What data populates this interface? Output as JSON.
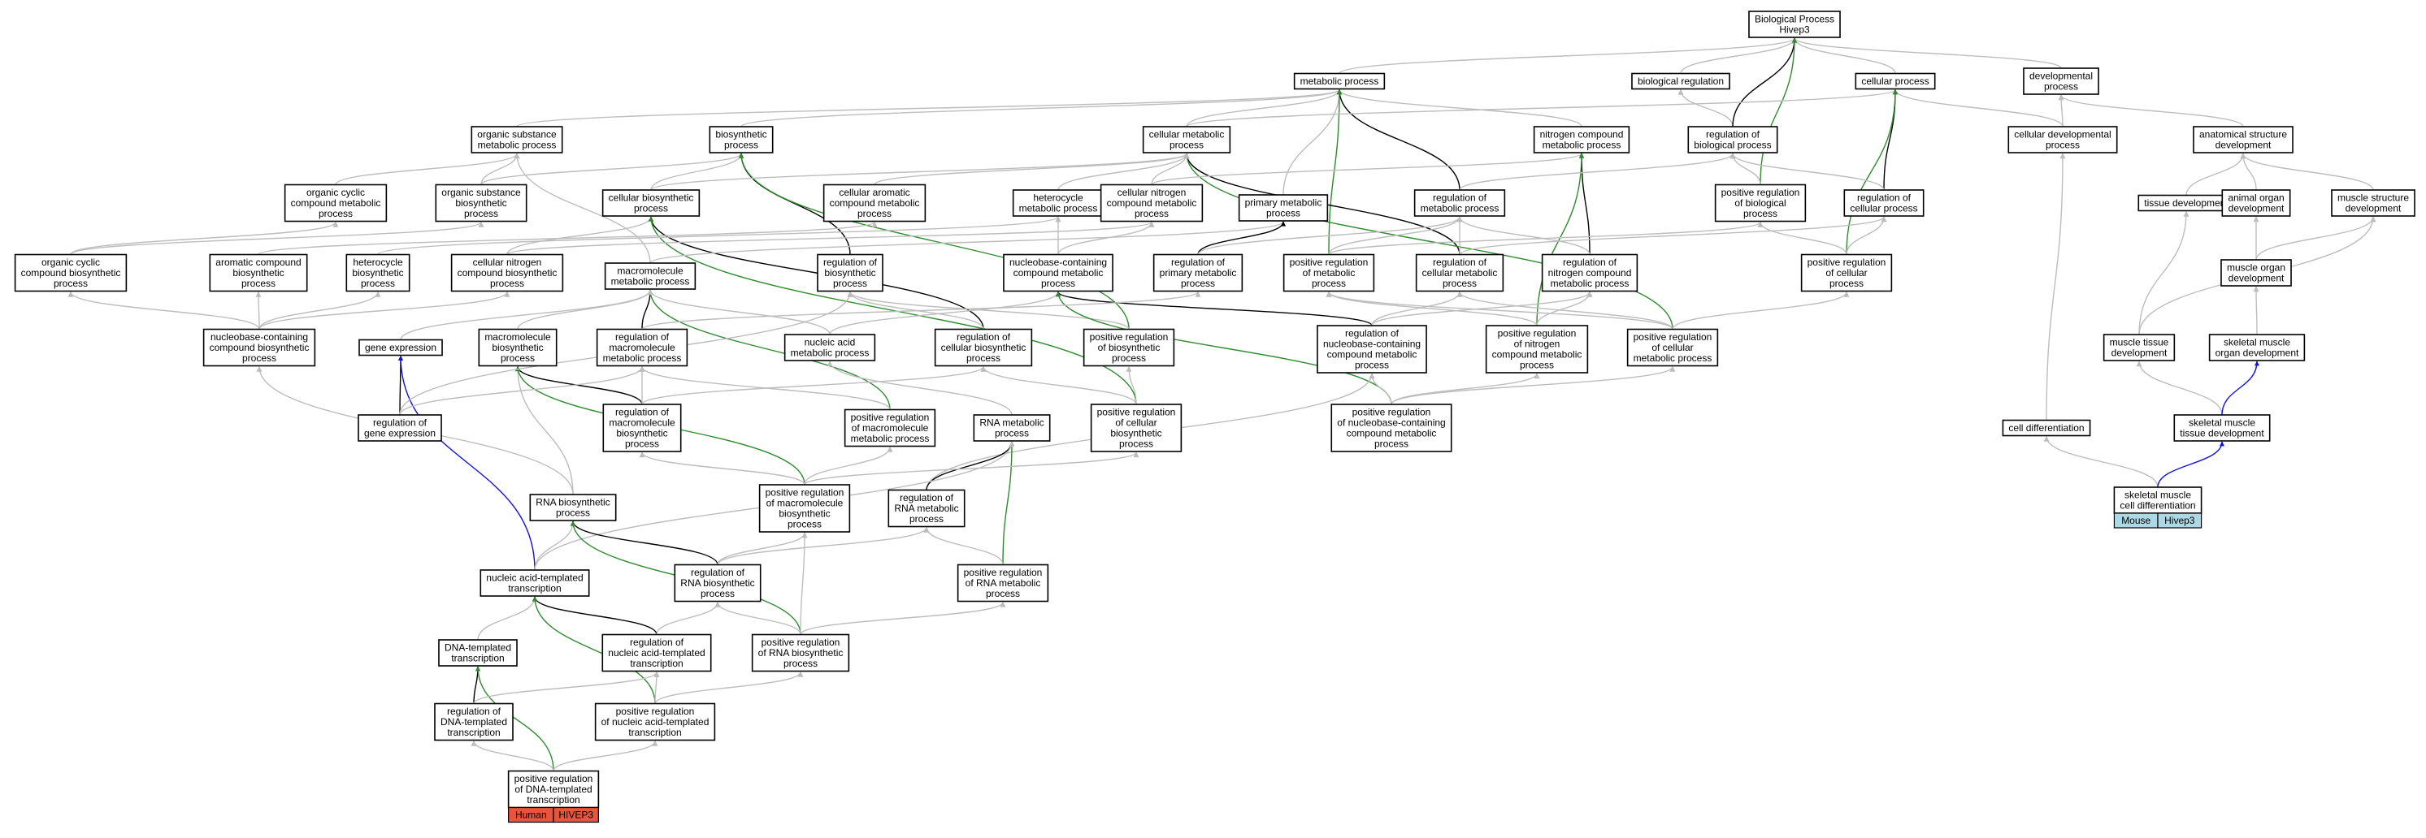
{
  "colors": {
    "gray_edge": "#bdbdbd",
    "black_edge": "#000000",
    "green_edge": "#2e8b2e",
    "blue_edge": "#1010e0",
    "human_fill": "#e8553e",
    "mouse_fill": "#add8e6"
  },
  "nodes": [
    {
      "id": "bp",
      "lines": [
        "Biological Process",
        "Hivep3"
      ]
    },
    {
      "id": "mp",
      "lines": [
        "metabolic process"
      ]
    },
    {
      "id": "breg",
      "lines": [
        "biological regulation"
      ]
    },
    {
      "id": "cp",
      "lines": [
        "cellular process"
      ]
    },
    {
      "id": "dev",
      "lines": [
        "developmental",
        "process"
      ]
    },
    {
      "id": "osmp",
      "lines": [
        "organic substance",
        "metabolic process"
      ]
    },
    {
      "id": "bio",
      "lines": [
        "biosynthetic",
        "process"
      ]
    },
    {
      "id": "cmp",
      "lines": [
        "cellular metabolic",
        "process"
      ]
    },
    {
      "id": "ncmp",
      "lines": [
        "nitrogen compound",
        "metabolic process"
      ]
    },
    {
      "id": "rbp",
      "lines": [
        "regulation of",
        "biological process"
      ]
    },
    {
      "id": "cdp",
      "lines": [
        "cellular developmental",
        "process"
      ]
    },
    {
      "id": "asd",
      "lines": [
        "anatomical structure",
        "development"
      ]
    },
    {
      "id": "occmp",
      "lines": [
        "organic cyclic",
        "compound metabolic",
        "process"
      ]
    },
    {
      "id": "osbp",
      "lines": [
        "organic substance",
        "biosynthetic",
        "process"
      ]
    },
    {
      "id": "cbp",
      "lines": [
        "cellular biosynthetic",
        "process"
      ]
    },
    {
      "id": "cacmp",
      "lines": [
        "cellular aromatic",
        "compound metabolic",
        "process"
      ]
    },
    {
      "id": "hmp",
      "lines": [
        "heterocycle",
        "metabolic process"
      ]
    },
    {
      "id": "cncmp",
      "lines": [
        "cellular nitrogen",
        "compound metabolic",
        "process"
      ]
    },
    {
      "id": "pmp",
      "lines": [
        "primary metabolic",
        "process"
      ]
    },
    {
      "id": "rmp",
      "lines": [
        "regulation of",
        "metabolic process"
      ]
    },
    {
      "id": "prbp",
      "lines": [
        "positive regulation",
        "of biological",
        "process"
      ]
    },
    {
      "id": "rcp",
      "lines": [
        "regulation of",
        "cellular process"
      ]
    },
    {
      "id": "td",
      "lines": [
        "tissue development"
      ]
    },
    {
      "id": "aod",
      "lines": [
        "animal organ",
        "development"
      ]
    },
    {
      "id": "msd",
      "lines": [
        "muscle structure",
        "development"
      ]
    },
    {
      "id": "occbp",
      "lines": [
        "organic cyclic",
        "compound biosynthetic",
        "process"
      ]
    },
    {
      "id": "acbp",
      "lines": [
        "aromatic compound",
        "biosynthetic",
        "process"
      ]
    },
    {
      "id": "hbp",
      "lines": [
        "heterocycle",
        "biosynthetic",
        "process"
      ]
    },
    {
      "id": "cncbp",
      "lines": [
        "cellular nitrogen",
        "compound biosynthetic",
        "process"
      ]
    },
    {
      "id": "macmp",
      "lines": [
        "macromolecule",
        "metabolic process"
      ]
    },
    {
      "id": "rbsp",
      "lines": [
        "regulation of",
        "biosynthetic",
        "process"
      ]
    },
    {
      "id": "nbcmp",
      "lines": [
        "nucleobase-containing",
        "compound metabolic",
        "process"
      ]
    },
    {
      "id": "rpmp",
      "lines": [
        "regulation of",
        "primary metabolic",
        "process"
      ]
    },
    {
      "id": "prmp",
      "lines": [
        "positive regulation",
        "of metabolic",
        "process"
      ]
    },
    {
      "id": "rcmp",
      "lines": [
        "regulation of",
        "cellular metabolic",
        "process"
      ]
    },
    {
      "id": "rncmp",
      "lines": [
        "regulation of",
        "nitrogen compound",
        "metabolic process"
      ]
    },
    {
      "id": "prcp",
      "lines": [
        "positive regulation",
        "of cellular",
        "process"
      ]
    },
    {
      "id": "mod",
      "lines": [
        "muscle organ",
        "development"
      ]
    },
    {
      "id": "nbcbp",
      "lines": [
        "nucleobase-containing",
        "compound biosynthetic",
        "process"
      ]
    },
    {
      "id": "ge",
      "lines": [
        "gene expression"
      ]
    },
    {
      "id": "mbp",
      "lines": [
        "macromolecule",
        "biosynthetic",
        "process"
      ]
    },
    {
      "id": "rmmp",
      "lines": [
        "regulation of",
        "macromolecule",
        "metabolic process"
      ]
    },
    {
      "id": "namp",
      "lines": [
        "nucleic acid",
        "metabolic process"
      ]
    },
    {
      "id": "rcbp",
      "lines": [
        "regulation of",
        "cellular biosynthetic",
        "process"
      ]
    },
    {
      "id": "prbsp",
      "lines": [
        "positive regulation",
        "of biosynthetic",
        "process"
      ]
    },
    {
      "id": "rnbcmp",
      "lines": [
        "regulation of",
        "nucleobase-containing",
        "compound metabolic",
        "process"
      ]
    },
    {
      "id": "prncmp",
      "lines": [
        "positive regulation",
        "of nitrogen",
        "compound metabolic",
        "process"
      ]
    },
    {
      "id": "prcmp",
      "lines": [
        "positive regulation",
        "of cellular",
        "metabolic process"
      ]
    },
    {
      "id": "mtd",
      "lines": [
        "muscle tissue",
        "development"
      ]
    },
    {
      "id": "skmod",
      "lines": [
        "skeletal muscle",
        "organ development"
      ]
    },
    {
      "id": "rge",
      "lines": [
        "regulation of",
        "gene expression"
      ]
    },
    {
      "id": "rmbp",
      "lines": [
        "regulation of",
        "macromolecule",
        "biosynthetic",
        "process"
      ]
    },
    {
      "id": "prmmp",
      "lines": [
        "positive regulation",
        "of macromolecule",
        "metabolic process"
      ]
    },
    {
      "id": "rnamp",
      "lines": [
        "RNA metabolic",
        "process"
      ]
    },
    {
      "id": "prcbp",
      "lines": [
        "positive regulation",
        "of cellular",
        "biosynthetic",
        "process"
      ]
    },
    {
      "id": "prnbcmp",
      "lines": [
        "positive regulation",
        "of nucleobase-containing",
        "compound metabolic",
        "process"
      ]
    },
    {
      "id": "cd",
      "lines": [
        "cell differentiation"
      ]
    },
    {
      "id": "skmtd",
      "lines": [
        "skeletal muscle",
        "tissue development"
      ]
    },
    {
      "id": "skmcd",
      "lines": [
        "skeletal muscle",
        "cell differentiation"
      ]
    },
    {
      "id": "rnabp",
      "lines": [
        "RNA biosynthetic",
        "process"
      ]
    },
    {
      "id": "prmbp",
      "lines": [
        "positive regulation",
        "of macromolecule",
        "biosynthetic",
        "process"
      ]
    },
    {
      "id": "rrnamp",
      "lines": [
        "regulation of",
        "RNA metabolic",
        "process"
      ]
    },
    {
      "id": "natt",
      "lines": [
        "nucleic acid-templated",
        "transcription"
      ]
    },
    {
      "id": "rrnabp",
      "lines": [
        "regulation of",
        "RNA biosynthetic",
        "process"
      ]
    },
    {
      "id": "prrnamp",
      "lines": [
        "positive regulation",
        "of RNA metabolic",
        "process"
      ]
    },
    {
      "id": "dtt",
      "lines": [
        "DNA-templated",
        "transcription"
      ]
    },
    {
      "id": "rnatt",
      "lines": [
        "regulation of",
        "nucleic acid-templated",
        "transcription"
      ]
    },
    {
      "id": "prrnabp",
      "lines": [
        "positive regulation",
        "of RNA biosynthetic",
        "process"
      ]
    },
    {
      "id": "rdtt",
      "lines": [
        "regulation of",
        "DNA-templated",
        "transcription"
      ]
    },
    {
      "id": "prnatt",
      "lines": [
        "positive regulation",
        "of nucleic acid-templated",
        "transcription"
      ]
    },
    {
      "id": "prdtt",
      "lines": [
        "positive regulation",
        "of DNA-templated",
        "transcription"
      ]
    }
  ],
  "species_tags": [
    {
      "id": "human",
      "node": "prdtt",
      "species": "Human",
      "gene": "HIVEP3"
    },
    {
      "id": "mouse",
      "node": "skmcd",
      "species": "Mouse",
      "gene": "Hivep3"
    }
  ],
  "edges": [
    {
      "from": "mp",
      "to": "bp",
      "kind": "gray"
    },
    {
      "from": "breg",
      "to": "bp",
      "kind": "gray"
    },
    {
      "from": "cp",
      "to": "bp",
      "kind": "gray"
    },
    {
      "from": "dev",
      "to": "bp",
      "kind": "gray"
    },
    {
      "from": "osmp",
      "to": "mp",
      "kind": "gray"
    },
    {
      "from": "bio",
      "to": "mp",
      "kind": "gray"
    },
    {
      "from": "cmp",
      "to": "mp",
      "kind": "gray"
    },
    {
      "from": "ncmp",
      "to": "mp",
      "kind": "gray"
    },
    {
      "from": "pmp",
      "to": "mp",
      "kind": "gray"
    },
    {
      "from": "rmp",
      "to": "mp",
      "kind": "black"
    },
    {
      "from": "prmp",
      "to": "mp",
      "kind": "green"
    },
    {
      "from": "rbp",
      "to": "breg",
      "kind": "gray"
    },
    {
      "from": "rbp",
      "to": "bp",
      "kind": "black"
    },
    {
      "from": "prbp",
      "to": "bp",
      "kind": "green"
    },
    {
      "from": "cmp",
      "to": "cp",
      "kind": "gray"
    },
    {
      "from": "cdp",
      "to": "cp",
      "kind": "gray"
    },
    {
      "from": "rcp",
      "to": "cp",
      "kind": "black"
    },
    {
      "from": "prcp",
      "to": "cp",
      "kind": "green"
    },
    {
      "from": "cdp",
      "to": "dev",
      "kind": "gray"
    },
    {
      "from": "asd",
      "to": "dev",
      "kind": "gray"
    },
    {
      "from": "occmp",
      "to": "osmp",
      "kind": "gray"
    },
    {
      "from": "osbp",
      "to": "osmp",
      "kind": "gray"
    },
    {
      "from": "macmp",
      "to": "osmp",
      "kind": "gray"
    },
    {
      "from": "osbp",
      "to": "bio",
      "kind": "gray"
    },
    {
      "from": "cbp",
      "to": "bio",
      "kind": "gray"
    },
    {
      "from": "rbsp",
      "to": "bio",
      "kind": "black"
    },
    {
      "from": "prbsp",
      "to": "bio",
      "kind": "green"
    },
    {
      "from": "cacmp",
      "to": "cmp",
      "kind": "gray"
    },
    {
      "from": "hmp",
      "to": "cmp",
      "kind": "gray"
    },
    {
      "from": "cncmp",
      "to": "cmp",
      "kind": "gray"
    },
    {
      "from": "rcmp",
      "to": "cmp",
      "kind": "black"
    },
    {
      "from": "prcmp",
      "to": "cmp",
      "kind": "green"
    },
    {
      "from": "cbp",
      "to": "cmp",
      "kind": "gray"
    },
    {
      "from": "cncmp",
      "to": "ncmp",
      "kind": "gray"
    },
    {
      "from": "rncmp",
      "to": "ncmp",
      "kind": "black"
    },
    {
      "from": "prncmp",
      "to": "ncmp",
      "kind": "green"
    },
    {
      "from": "rmp",
      "to": "rbp",
      "kind": "gray"
    },
    {
      "from": "prbp",
      "to": "rbp",
      "kind": "gray"
    },
    {
      "from": "rcp",
      "to": "rbp",
      "kind": "gray"
    },
    {
      "from": "cd",
      "to": "cdp",
      "kind": "gray"
    },
    {
      "from": "td",
      "to": "asd",
      "kind": "gray"
    },
    {
      "from": "aod",
      "to": "asd",
      "kind": "gray"
    },
    {
      "from": "msd",
      "to": "asd",
      "kind": "gray"
    },
    {
      "from": "occbp",
      "to": "occmp",
      "kind": "gray"
    },
    {
      "from": "occbp",
      "to": "osbp",
      "kind": "gray"
    },
    {
      "from": "cncbp",
      "to": "cbp",
      "kind": "gray"
    },
    {
      "from": "rcbp",
      "to": "cbp",
      "kind": "black"
    },
    {
      "from": "prcbp",
      "to": "cbp",
      "kind": "green"
    },
    {
      "from": "acbp",
      "to": "cacmp",
      "kind": "gray"
    },
    {
      "from": "hbp",
      "to": "hmp",
      "kind": "gray"
    },
    {
      "from": "nbcmp",
      "to": "hmp",
      "kind": "gray"
    },
    {
      "from": "cncbp",
      "to": "cncmp",
      "kind": "gray"
    },
    {
      "from": "nbcmp",
      "to": "cncmp",
      "kind": "gray"
    },
    {
      "from": "macmp",
      "to": "pmp",
      "kind": "gray"
    },
    {
      "from": "rpmp",
      "to": "pmp",
      "kind": "black"
    },
    {
      "from": "rpmp",
      "to": "rmp",
      "kind": "gray"
    },
    {
      "from": "prmp",
      "to": "rmp",
      "kind": "gray"
    },
    {
      "from": "rcmp",
      "to": "rmp",
      "kind": "gray"
    },
    {
      "from": "rncmp",
      "to": "rmp",
      "kind": "gray"
    },
    {
      "from": "prcp",
      "to": "prbp",
      "kind": "gray"
    },
    {
      "from": "prmp",
      "to": "prbp",
      "kind": "gray"
    },
    {
      "from": "rcmp",
      "to": "rcp",
      "kind": "gray"
    },
    {
      "from": "prcp",
      "to": "rcp",
      "kind": "gray"
    },
    {
      "from": "mtd",
      "to": "td",
      "kind": "gray"
    },
    {
      "from": "mod",
      "to": "aod",
      "kind": "gray"
    },
    {
      "from": "mod",
      "to": "msd",
      "kind": "gray"
    },
    {
      "from": "nbcbp",
      "to": "occbp",
      "kind": "gray"
    },
    {
      "from": "nbcbp",
      "to": "acbp",
      "kind": "gray"
    },
    {
      "from": "nbcbp",
      "to": "hbp",
      "kind": "gray"
    },
    {
      "from": "nbcbp",
      "to": "cncbp",
      "kind": "gray"
    },
    {
      "from": "mbp",
      "to": "macmp",
      "kind": "gray"
    },
    {
      "from": "rmmp",
      "to": "macmp",
      "kind": "black"
    },
    {
      "from": "prmmp",
      "to": "macmp",
      "kind": "green"
    },
    {
      "from": "namp",
      "to": "macmp",
      "kind": "gray"
    },
    {
      "from": "ge",
      "to": "macmp",
      "kind": "gray"
    },
    {
      "from": "rcbp",
      "to": "rbsp",
      "kind": "gray"
    },
    {
      "from": "prbsp",
      "to": "rbsp",
      "kind": "gray"
    },
    {
      "from": "namp",
      "to": "nbcmp",
      "kind": "gray"
    },
    {
      "from": "rnbcmp",
      "to": "nbcmp",
      "kind": "black"
    },
    {
      "from": "prnbcmp",
      "to": "nbcmp",
      "kind": "green"
    },
    {
      "from": "rmmp",
      "to": "rpmp",
      "kind": "gray"
    },
    {
      "from": "prcmp",
      "to": "prmp",
      "kind": "gray"
    },
    {
      "from": "prncmp",
      "to": "prmp",
      "kind": "gray"
    },
    {
      "from": "rnbcmp",
      "to": "rcmp",
      "kind": "gray"
    },
    {
      "from": "prcmp",
      "to": "rcmp",
      "kind": "gray"
    },
    {
      "from": "rnbcmp",
      "to": "rncmp",
      "kind": "gray"
    },
    {
      "from": "prncmp",
      "to": "rncmp",
      "kind": "gray"
    },
    {
      "from": "prcmp",
      "to": "prcp",
      "kind": "gray"
    },
    {
      "from": "skmod",
      "to": "mod",
      "kind": "gray"
    },
    {
      "from": "mtd",
      "to": "msd",
      "kind": "gray"
    },
    {
      "from": "rnabp",
      "to": "nbcbp",
      "kind": "gray"
    },
    {
      "from": "rge",
      "to": "ge",
      "kind": "black"
    },
    {
      "from": "natt",
      "to": "ge",
      "kind": "blue"
    },
    {
      "from": "rnabp",
      "to": "mbp",
      "kind": "gray"
    },
    {
      "from": "rmbp",
      "to": "mbp",
      "kind": "black"
    },
    {
      "from": "prmbp",
      "to": "mbp",
      "kind": "green"
    },
    {
      "from": "rmbp",
      "to": "rmmp",
      "kind": "gray"
    },
    {
      "from": "prmmp",
      "to": "rmmp",
      "kind": "gray"
    },
    {
      "from": "rge",
      "to": "rmmp",
      "kind": "gray"
    },
    {
      "from": "rnamp",
      "to": "namp",
      "kind": "gray"
    },
    {
      "from": "rmbp",
      "to": "rcbp",
      "kind": "gray"
    },
    {
      "from": "prcbp",
      "to": "rcbp",
      "kind": "gray"
    },
    {
      "from": "prcbp",
      "to": "prbsp",
      "kind": "gray"
    },
    {
      "from": "rrnamp",
      "to": "rnbcmp",
      "kind": "gray"
    },
    {
      "from": "prnbcmp",
      "to": "rnbcmp",
      "kind": "gray"
    },
    {
      "from": "prnbcmp",
      "to": "prncmp",
      "kind": "gray"
    },
    {
      "from": "prnbcmp",
      "to": "prcmp",
      "kind": "gray"
    },
    {
      "from": "skmtd",
      "to": "mtd",
      "kind": "gray"
    },
    {
      "from": "skmtd",
      "to": "skmod",
      "kind": "blue"
    },
    {
      "from": "prmbp",
      "to": "rmbp",
      "kind": "gray"
    },
    {
      "from": "prmbp",
      "to": "prmmp",
      "kind": "gray"
    },
    {
      "from": "rrnamp",
      "to": "rnamp",
      "kind": "black"
    },
    {
      "from": "prrnamp",
      "to": "rnamp",
      "kind": "green"
    },
    {
      "from": "natt",
      "to": "rnamp",
      "kind": "gray"
    },
    {
      "from": "prmbp",
      "to": "prcbp",
      "kind": "gray"
    },
    {
      "from": "skmcd",
      "to": "cd",
      "kind": "gray"
    },
    {
      "from": "skmcd",
      "to": "skmtd",
      "kind": "blue"
    },
    {
      "from": "natt",
      "to": "rnabp",
      "kind": "gray"
    },
    {
      "from": "rrnabp",
      "to": "rnabp",
      "kind": "black"
    },
    {
      "from": "prrnabp",
      "to": "rnabp",
      "kind": "green"
    },
    {
      "from": "rrnabp",
      "to": "prmbp",
      "kind": "gray"
    },
    {
      "from": "prrnabp",
      "to": "prmbp",
      "kind": "gray"
    },
    {
      "from": "rrnabp",
      "to": "rrnamp",
      "kind": "gray"
    },
    {
      "from": "prrnamp",
      "to": "rrnamp",
      "kind": "gray"
    },
    {
      "from": "dtt",
      "to": "natt",
      "kind": "gray"
    },
    {
      "from": "rnatt",
      "to": "natt",
      "kind": "black"
    },
    {
      "from": "prnatt",
      "to": "natt",
      "kind": "green"
    },
    {
      "from": "prrnabp",
      "to": "rrnabp",
      "kind": "gray"
    },
    {
      "from": "rnatt",
      "to": "rrnabp",
      "kind": "gray"
    },
    {
      "from": "prrnabp",
      "to": "prrnamp",
      "kind": "gray"
    },
    {
      "from": "rdtt",
      "to": "dtt",
      "kind": "black"
    },
    {
      "from": "prdtt",
      "to": "dtt",
      "kind": "green"
    },
    {
      "from": "prnatt",
      "to": "rnatt",
      "kind": "gray"
    },
    {
      "from": "rdtt",
      "to": "rnatt",
      "kind": "gray"
    },
    {
      "from": "prnatt",
      "to": "prrnabp",
      "kind": "gray"
    },
    {
      "from": "prdtt",
      "to": "rdtt",
      "kind": "gray"
    },
    {
      "from": "prdtt",
      "to": "prnatt",
      "kind": "gray"
    },
    {
      "from": "rge",
      "to": "rbsp",
      "kind": "gray"
    }
  ]
}
